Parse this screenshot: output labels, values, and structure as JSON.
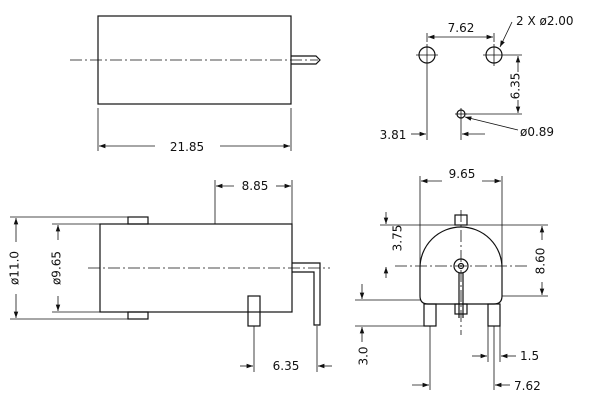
{
  "diagram": {
    "top_side": {
      "length": "21.85"
    },
    "footprint": {
      "pin_spacing": "7.62",
      "hole_large": "2 X ø2.00",
      "hole_small": "ø0.89",
      "vertical_offset": "6.35",
      "horizontal_offset": "3.81"
    },
    "side_view": {
      "offset_top": "8.85",
      "outer_diameter": "ø11.0",
      "inner_diameter": "ø9.65",
      "pin_offset": "6.35"
    },
    "front_view": {
      "width": "9.65",
      "height": "8.60",
      "upper_offset": "3.75",
      "pin_length": "3.0",
      "pin_width": "1.5",
      "pin_spacing": "7.62"
    }
  }
}
